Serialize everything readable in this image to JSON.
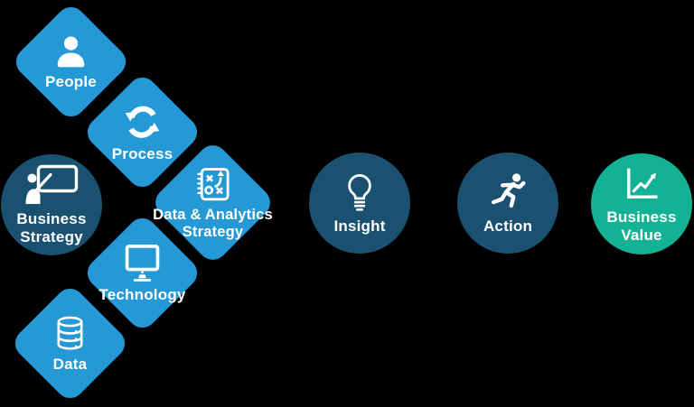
{
  "figure": {
    "background": "#000000",
    "description": "Data and analytics strategy flow diagram"
  },
  "colors": {
    "diamond_blue": "#2598d6",
    "circle_navy": "#1b5170",
    "circle_teal": "#14b295",
    "text": "#ffffff"
  },
  "diamonds": [
    {
      "label": "People",
      "icon": "user-icon"
    },
    {
      "label": "Process",
      "icon": "sync-arrows-icon"
    },
    {
      "label": "Data & Analytics Strategy",
      "icon": "strategy-plan-icon"
    },
    {
      "label": "Technology",
      "icon": "monitor-icon"
    },
    {
      "label": "Data",
      "icon": "database-icon"
    }
  ],
  "circles": [
    {
      "label": "Business Strategy",
      "icon": "presenter-whiteboard-icon",
      "color": "#1b5170"
    },
    {
      "label": "Insight",
      "icon": "lightbulb-icon",
      "color": "#1b5170"
    },
    {
      "label": "Action",
      "icon": "running-person-icon",
      "color": "#1b5170"
    },
    {
      "label": "Business Value",
      "icon": "growth-chart-icon",
      "color": "#14b295"
    }
  ]
}
